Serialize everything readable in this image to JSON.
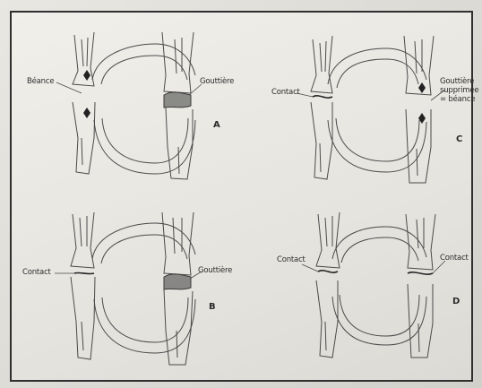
{
  "figure": {
    "panels": [
      {
        "id": "A",
        "letter": "A",
        "labels": {
          "left": "Béance",
          "right": "Gouttière"
        }
      },
      {
        "id": "B",
        "letter": "B",
        "labels": {
          "left": "Contact",
          "right": "Gouttière"
        }
      },
      {
        "id": "C",
        "letter": "C",
        "labels": {
          "left": "Contact",
          "right_lines": [
            "Gouttière",
            "supprimée",
            "= béance"
          ]
        }
      },
      {
        "id": "D",
        "letter": "D",
        "labels": {
          "left": "Contact",
          "right": "Contact"
        }
      }
    ]
  },
  "colors": {
    "line": "#4a4a4a",
    "splint": "#3a3a3a",
    "dark": "#222222"
  }
}
